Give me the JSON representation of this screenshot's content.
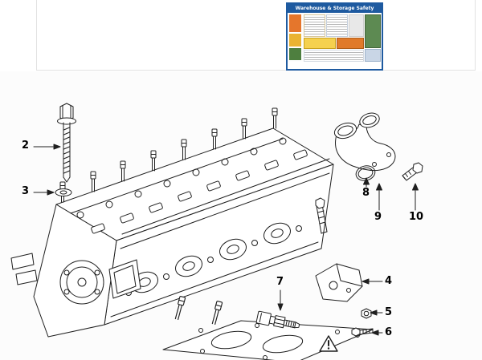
{
  "poster": {
    "title": "Warehouse & Storage Safety"
  },
  "callouts": [
    {
      "id": "2",
      "label": "2"
    },
    {
      "id": "3",
      "label": "3"
    },
    {
      "id": "4",
      "label": "4"
    },
    {
      "id": "5",
      "label": "5"
    },
    {
      "id": "6",
      "label": "6"
    },
    {
      "id": "7",
      "label": "7"
    },
    {
      "id": "8",
      "label": "8"
    },
    {
      "id": "9",
      "label": "9"
    },
    {
      "id": "10",
      "label": "10"
    }
  ],
  "colors": {
    "poster_blue": "#1e5aa0",
    "line_color": "#1f1f1f",
    "background": "#ffffff",
    "diagram_background": "#fcfcfc"
  }
}
